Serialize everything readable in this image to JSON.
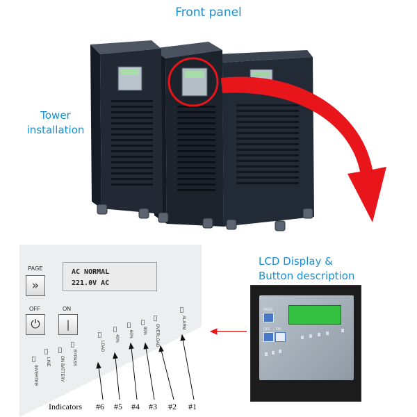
{
  "labels": {
    "front_panel": "Front panel",
    "tower_line1": "Tower",
    "tower_line2": "installation",
    "lcd_line1": "LCD Display &",
    "lcd_line2": "Button description"
  },
  "panel": {
    "page_label": "PAGE",
    "off_label": "OFF",
    "on_label": "ON",
    "lcd_line1": "AC NORMAL",
    "lcd_line2": "221.0V AC",
    "page_glyph": "»",
    "indicators_left": [
      "INVERTER",
      "LINE",
      "ON BATTERY",
      "BYPASS"
    ],
    "indicators_right": [
      "LOAD",
      "40%",
      "60%",
      "80%",
      "OVERLOAD",
      "ALARM"
    ]
  },
  "indicators": {
    "caption": "Indicators",
    "numbers": [
      "#6",
      "#5",
      "#4",
      "#3",
      "#2",
      "#1"
    ]
  },
  "inset": {
    "page_label": "PAGE",
    "off_label": "OFF",
    "on_label": "ON"
  },
  "colors": {
    "label_blue": "#1a8fd0",
    "arrow_red": "#e8161b",
    "cabinet": "#1f2530",
    "inset_lcd": "#34c040"
  }
}
